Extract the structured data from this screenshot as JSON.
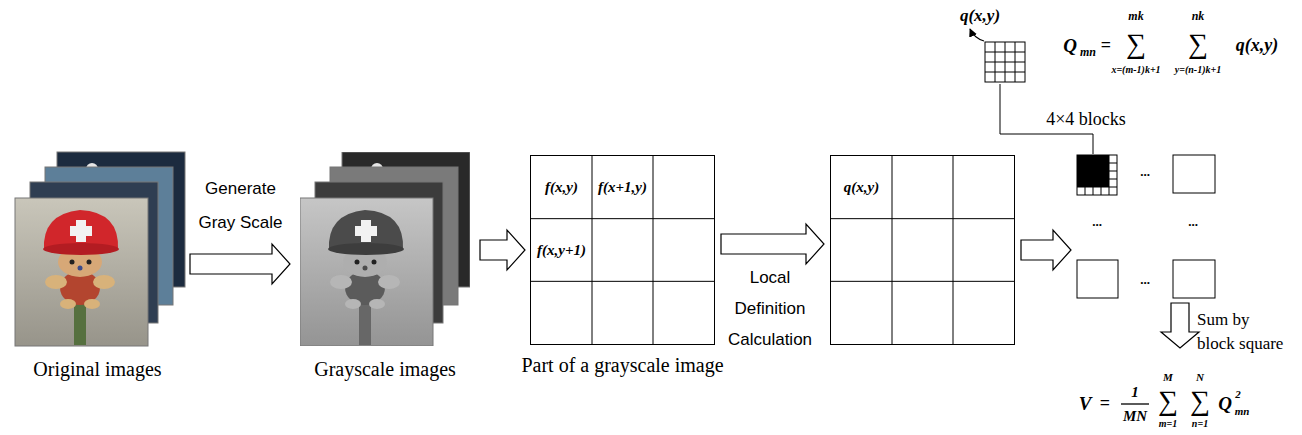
{
  "diagram": {
    "nodes": [
      {
        "text": [
          "Original images"
        ]
      },
      {
        "text": [
          "Grayscale images"
        ]
      },
      {
        "text": [
          "Part of a grayscale image"
        ]
      },
      {
        "text": [
          "f(x,y)"
        ],
        "in": 2
      },
      {
        "text": [
          "f(x+1,y)"
        ],
        "in": 2
      },
      {
        "text": [
          "f(x,y+1)"
        ],
        "in": 2
      },
      {
        "text": []
      },
      {
        "text": [
          "q(x,y)"
        ],
        "in": 6
      },
      {
        "text": [
          "...",
          "...",
          "...",
          "..."
        ]
      }
    ],
    "edges": [
      {
        "from": 0,
        "to": 1,
        "arrow": "to",
        "label": "Generate Gray Scale"
      },
      {
        "from": 1,
        "to": 2,
        "arrow": "to"
      },
      {
        "from": 2,
        "to": 6,
        "arrow": "to",
        "label": "Local Definition Calculation"
      },
      {
        "from": 6,
        "to": 8,
        "arrow": "to"
      }
    ],
    "labels": [
      "q(x,y)",
      "Q",
      "mn",
      "=",
      "∑",
      "mk",
      "x=(m-1)k+1",
      "∑",
      "nk",
      "y=(n-1)k+1",
      "q(x,y)",
      "4×4 blocks",
      "Sum by block square",
      "V",
      "=",
      "1",
      "MN",
      "∑",
      "M",
      "m=1",
      "∑",
      "N",
      "n=1",
      "Q",
      "2",
      "mn"
    ]
  }
}
